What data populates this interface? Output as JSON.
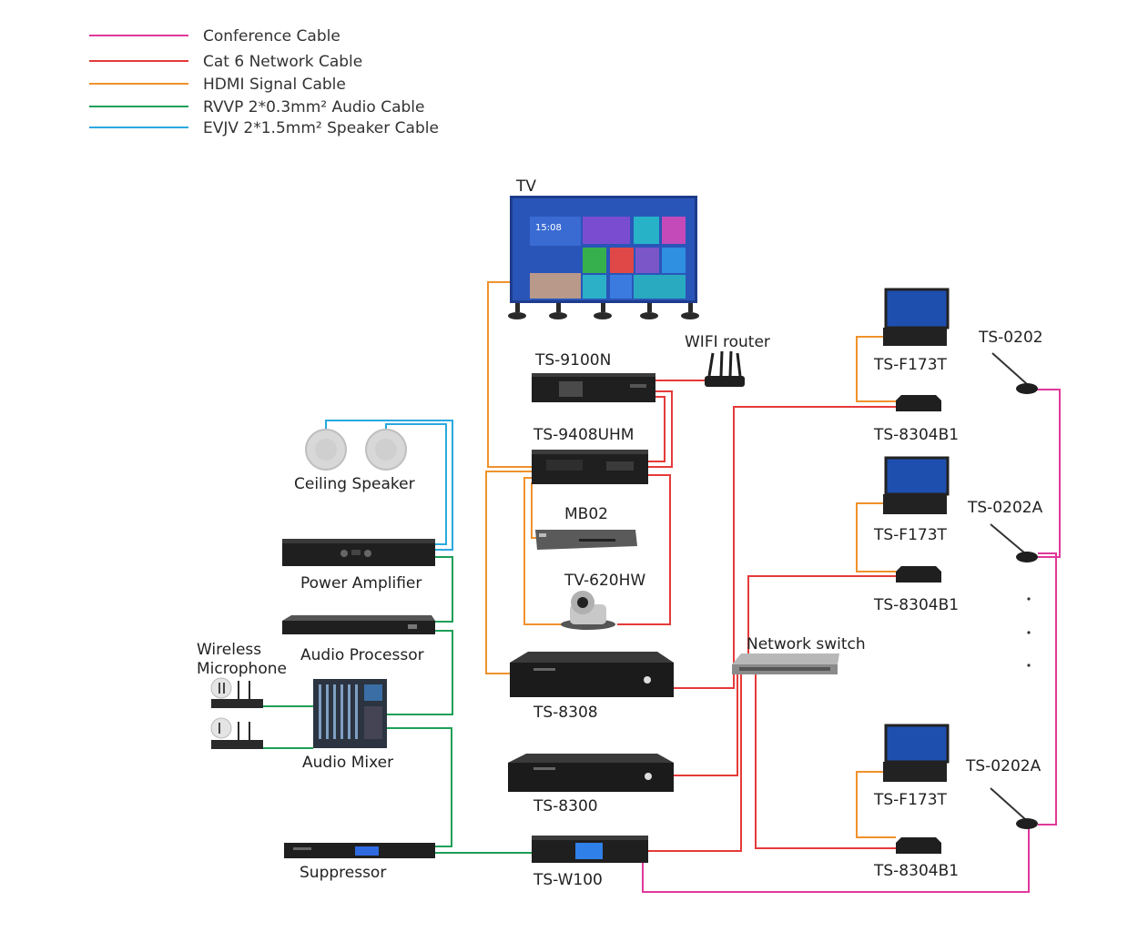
{
  "legend": [
    {
      "label": "Conference Cable",
      "color": "#e0389a"
    },
    {
      "label": "Cat 6 Network Cable",
      "color": "#e53a3a"
    },
    {
      "label": "HDMI Signal Cable",
      "color": "#f0922b"
    },
    {
      "label": "RVVP 2*0.3mm² Audio Cable",
      "color": "#1e9e57"
    },
    {
      "label": "EVJV 2*1.5mm² Speaker Cable",
      "color": "#2aa9df"
    }
  ],
  "devices": {
    "tv": "TV",
    "tv_screen_time": "15:08",
    "ts9100n": "TS-9100N",
    "wifi_router": "WIFI router",
    "ts9408uhm": "TS-9408UHM",
    "mb02": "MB02",
    "tv620hw": "TV-620HW",
    "ts8308": "TS-8308",
    "ts8300": "TS-8300",
    "tsw100": "TS-W100",
    "network_switch": "Network switch",
    "ceiling_speaker": "Ceiling Speaker",
    "power_amplifier": "Power Amplifier",
    "audio_processor": "Audio Processor",
    "wireless_microphone_1": "Wireless",
    "wireless_microphone_2": "Microphone",
    "audio_mixer": "Audio Mixer",
    "suppressor": "Suppressor",
    "tsf173t_1": "TS-F173T",
    "tsf173t_2": "TS-F173T",
    "tsf173t_3": "TS-F173T",
    "ts8304b1_1": "TS-8304B1",
    "ts8304b1_2": "TS-8304B1",
    "ts8304b1_3": "TS-8304B1",
    "ts0202": "TS-0202",
    "ts0202a_1": "TS-0202A",
    "ts0202a_2": "TS-0202A"
  },
  "colors": {
    "conference": "#e0389a",
    "network": "#e53a3a",
    "hdmi": "#f0922b",
    "audio": "#1e9e57",
    "speaker": "#2aa9df"
  },
  "icons": {
    "tv": "tv-display-icon",
    "router": "wifi-router-icon",
    "speaker": "ceiling-speaker-icon",
    "camera": "ptz-camera-icon",
    "mic": "gooseneck-microphone-icon",
    "touch": "touch-panel-icon",
    "switch": "network-switch-icon"
  }
}
